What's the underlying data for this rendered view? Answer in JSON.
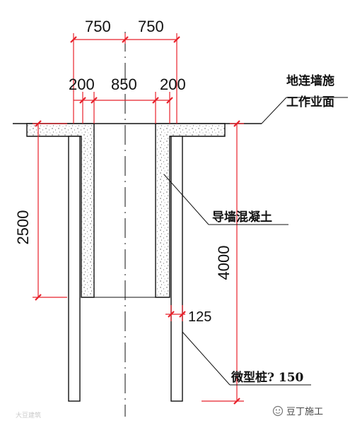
{
  "dimensions": {
    "top_left": "750",
    "top_right": "750",
    "wall_left": "200",
    "inner": "850",
    "wall_right": "200",
    "guide_wall_depth": "2500",
    "pile_depth": "4000",
    "pile_offset": "125"
  },
  "labels": {
    "work_surface_line1": "地连墙施",
    "work_surface_line2": "工作业面",
    "guide_wall_concrete": "导墙混凝土",
    "micro_pile": "微型桩? 150"
  },
  "footer": {
    "watermark_left": "大豆建筑",
    "brand_name": "豆丁施工"
  },
  "colors": {
    "dimension_red": "#e8202a",
    "line": "#111111",
    "concrete_dots": "#555555"
  }
}
